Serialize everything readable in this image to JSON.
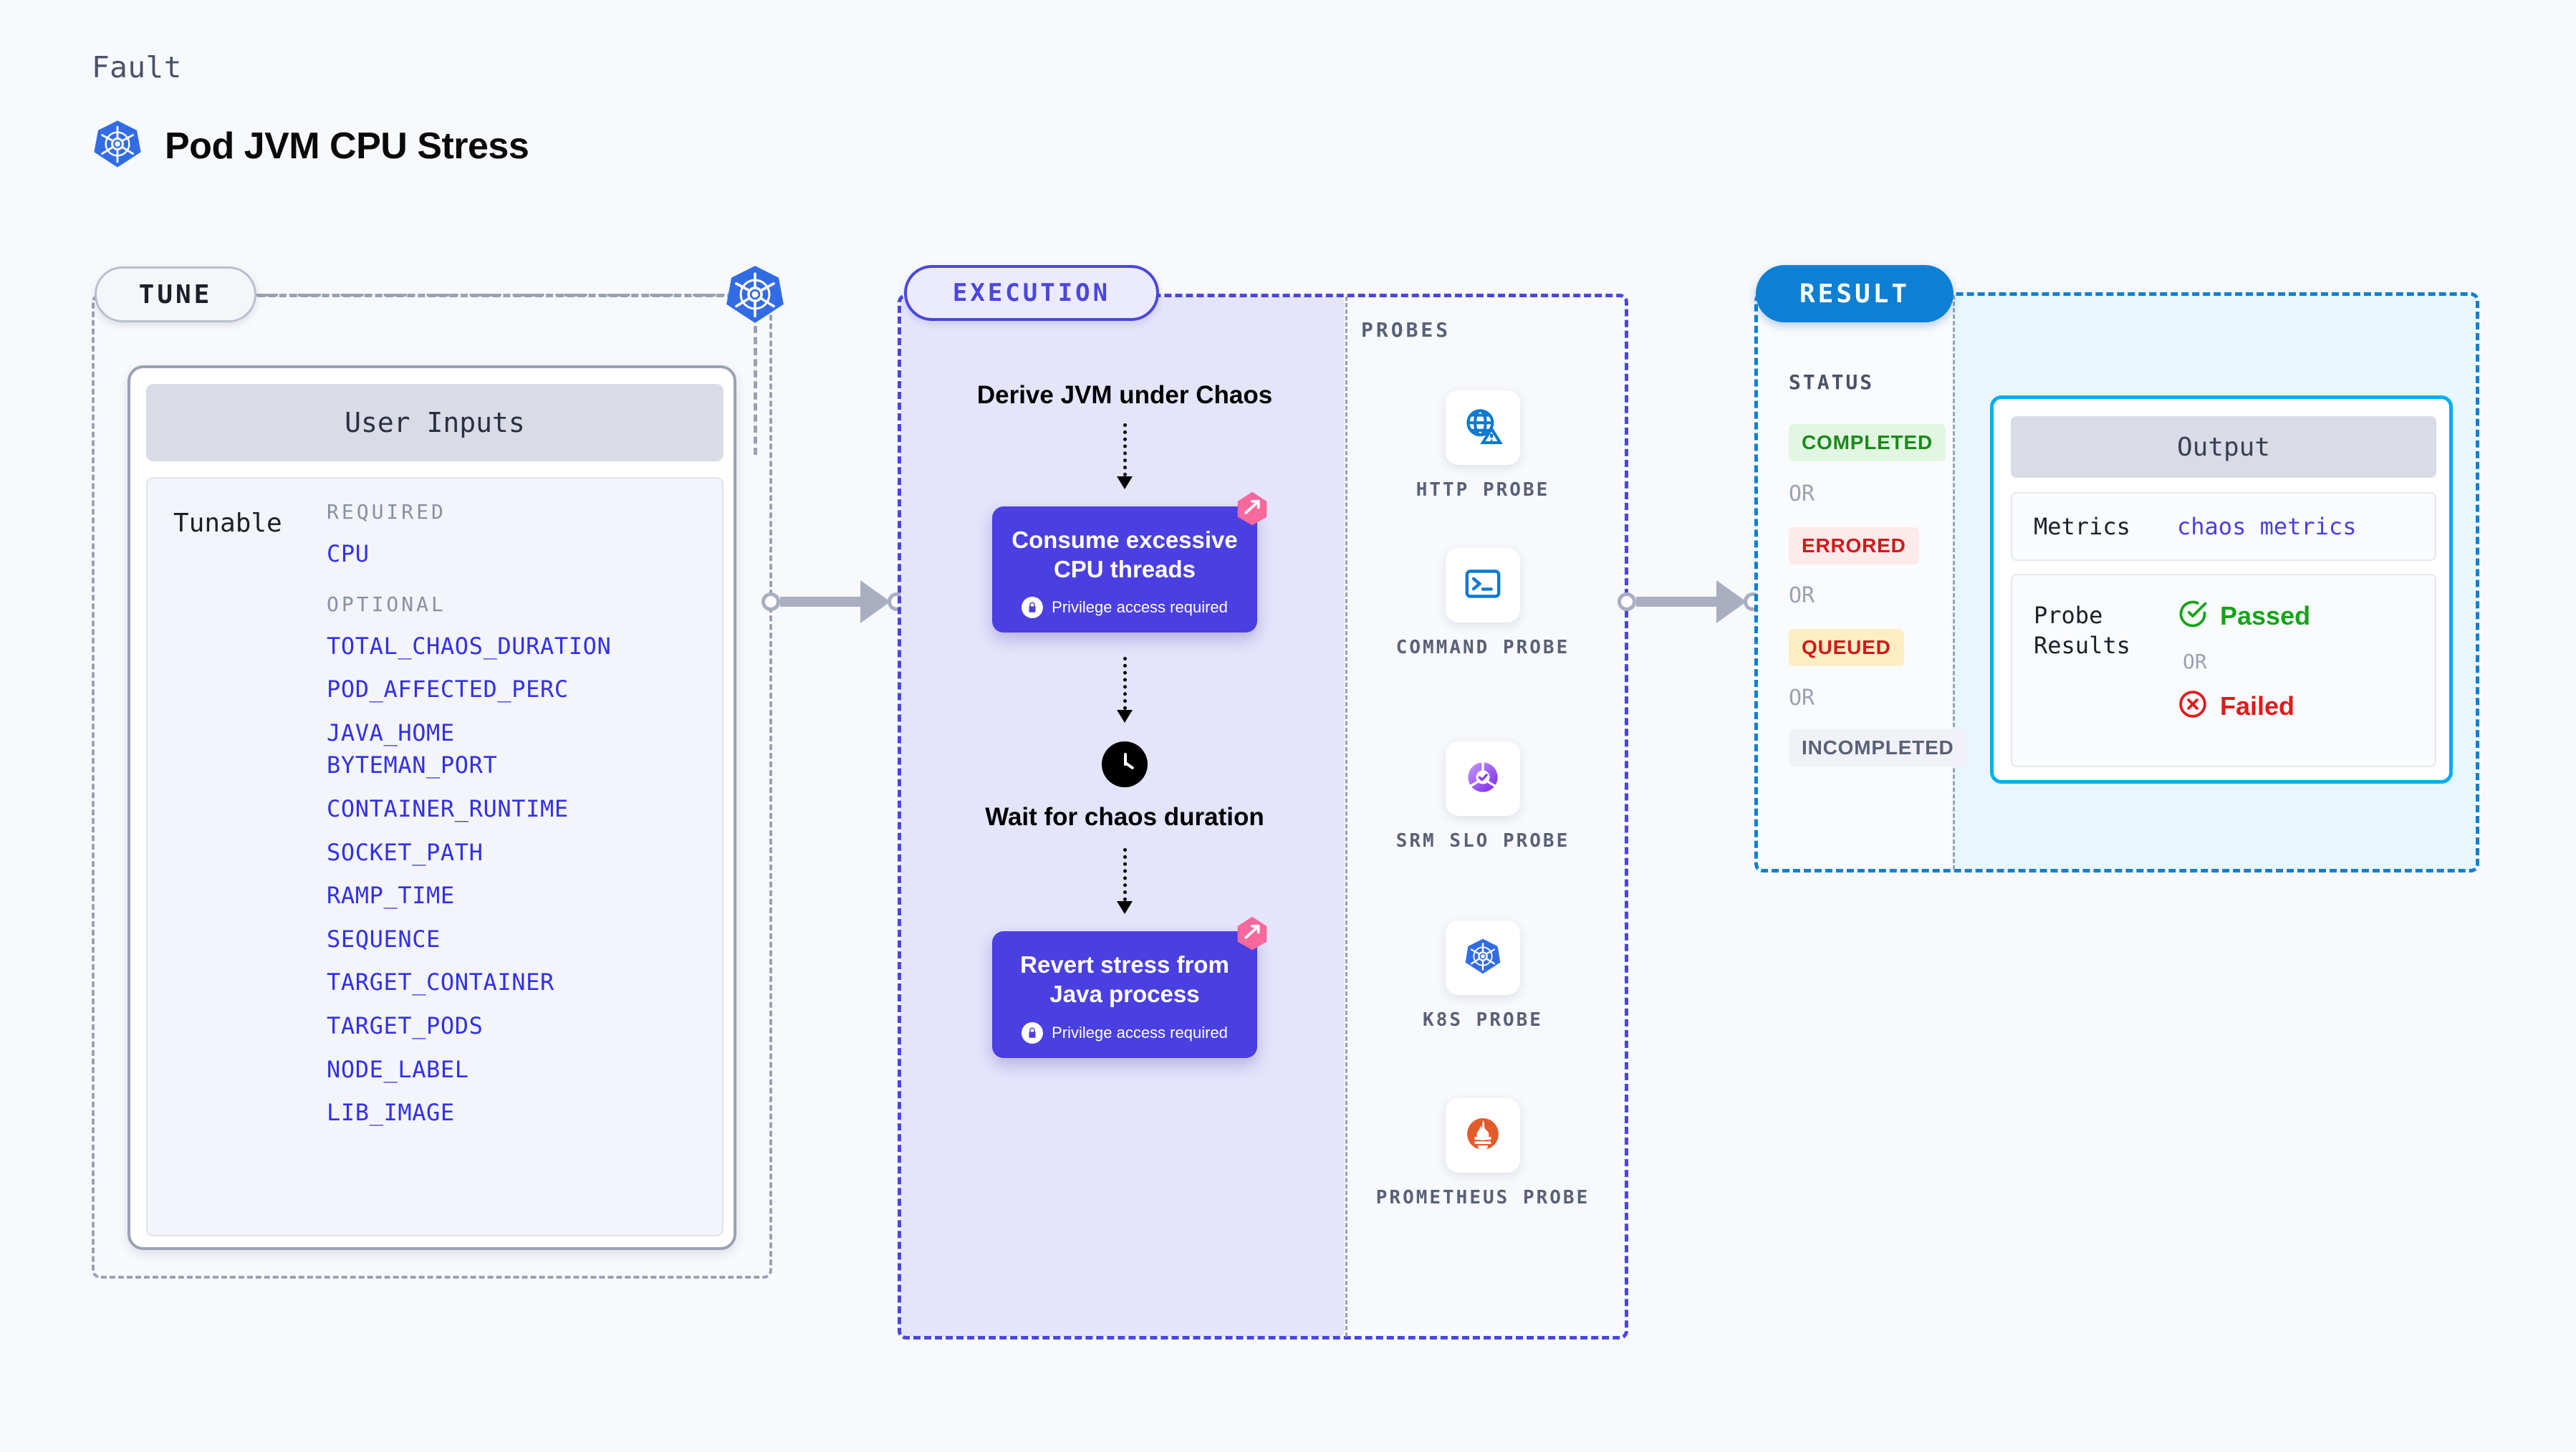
{
  "header": {
    "eyebrow": "Fault",
    "title": "Pod JVM CPU Stress",
    "icon": "kubernetes-icon"
  },
  "tune": {
    "pill_label": "TUNE",
    "card_header": "User Inputs",
    "tunable_label": "Tunable",
    "required_label": "REQUIRED",
    "optional_label": "OPTIONAL",
    "required": [
      "CPU"
    ],
    "optional": [
      "TOTAL_CHAOS_DURATION",
      "POD_AFFECTED_PERC",
      "JAVA_HOME",
      "BYTEMAN_PORT",
      "CONTAINER_RUNTIME",
      "SOCKET_PATH",
      "RAMP_TIME",
      "SEQUENCE",
      "TARGET_CONTAINER",
      "TARGET_PODS",
      "NODE_LABEL",
      "LIB_IMAGE"
    ]
  },
  "execution": {
    "pill_label": "EXECUTION",
    "steps": [
      {
        "type": "text",
        "label": "Derive JVM under Chaos"
      },
      {
        "type": "box",
        "label": "Consume excessive CPU threads",
        "privilege": "Privilege access required"
      },
      {
        "type": "clock",
        "label": "Wait for chaos duration"
      },
      {
        "type": "box",
        "label": "Revert stress from Java process",
        "privilege": "Privilege access required"
      }
    ]
  },
  "probes": {
    "title": "PROBES",
    "items": [
      {
        "label": "HTTP PROBE",
        "icon": "globe-warning-icon"
      },
      {
        "label": "COMMAND PROBE",
        "icon": "terminal-icon"
      },
      {
        "label": "SRM SLO PROBE",
        "icon": "srm-slo-icon"
      },
      {
        "label": "K8S PROBE",
        "icon": "kubernetes-icon"
      },
      {
        "label": "PROMETHEUS PROBE",
        "icon": "prometheus-icon"
      }
    ]
  },
  "result": {
    "pill_label": "RESULT",
    "status_title": "STATUS",
    "or_label": "OR",
    "statuses": [
      {
        "label": "COMPLETED",
        "color": "#1b8a1b",
        "bg": "#e2f7e2"
      },
      {
        "label": "ERRORED",
        "color": "#cf1b1b",
        "bg": "#fdeaea"
      },
      {
        "label": "QUEUED",
        "color": "#cf1b1b",
        "bg": "#fdeec4"
      },
      {
        "label": "INCOMPLETED",
        "color": "#5a6076",
        "bg": "#f0f2f7"
      }
    ],
    "output": {
      "header": "Output",
      "metrics_label": "Metrics",
      "metrics_value": "chaos metrics",
      "probe_results_label": "Probe Results",
      "passed_label": "Passed",
      "failed_label": "Failed",
      "or_label": "OR",
      "passed_color": "#17a31c",
      "failed_color": "#e01b1b"
    }
  },
  "colors": {
    "accent_purple": "#4a3fe0",
    "accent_blue": "#0d7fd4",
    "cyan": "#00aeef",
    "param_blue": "#3330e8",
    "pink_badge": "#f8689c"
  }
}
